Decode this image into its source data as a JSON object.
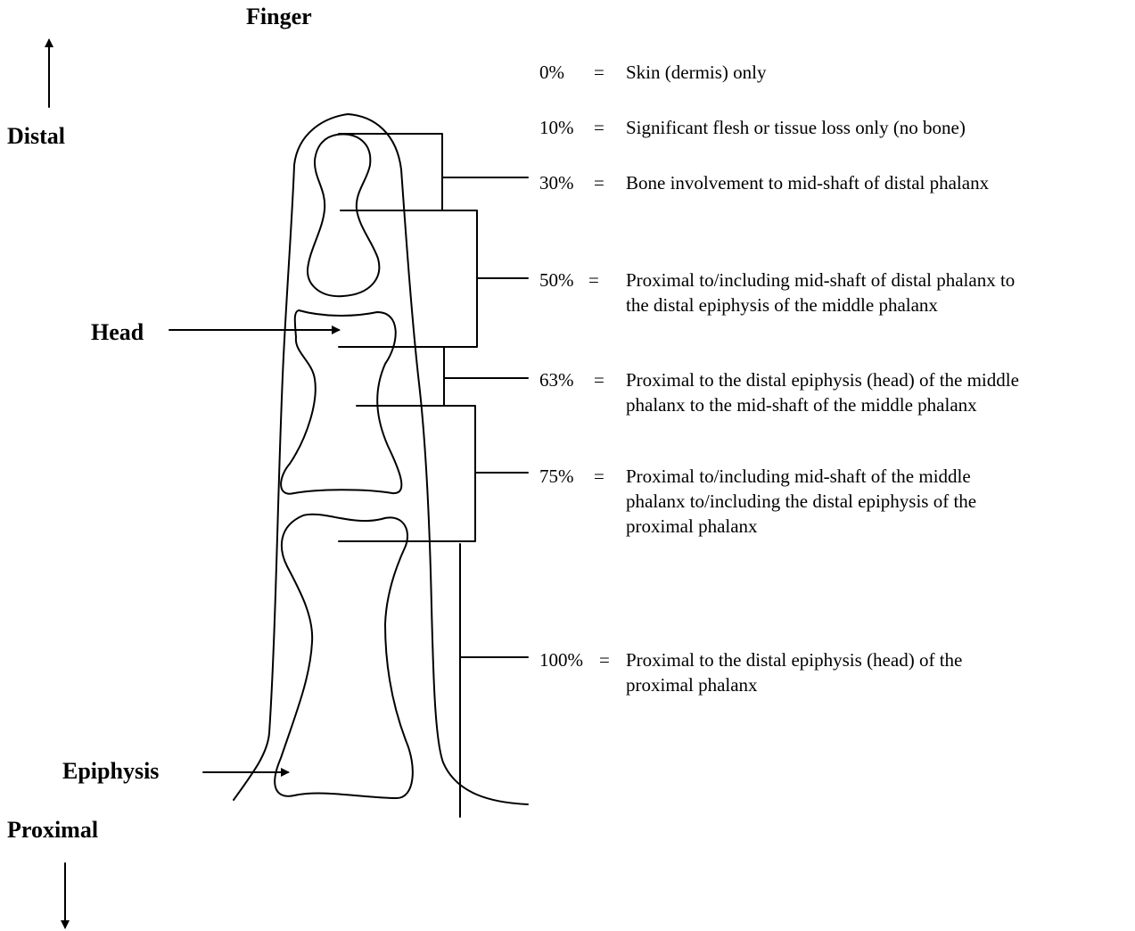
{
  "title": "Finger",
  "labels": {
    "distal": "Distal",
    "proximal": "Proximal",
    "head": "Head",
    "epiphysis": "Epiphysis"
  },
  "legend": [
    {
      "pct": "0%",
      "eq": "=",
      "lines": [
        "Skin (dermis) only"
      ]
    },
    {
      "pct": "10%",
      "eq": "=",
      "lines": [
        "Significant flesh or tissue loss only (no bone)"
      ]
    },
    {
      "pct": "30%",
      "eq": "=",
      "lines": [
        "Bone involvement to mid-shaft of distal phalanx"
      ]
    },
    {
      "pct": "50%",
      "eq": "=",
      "lines": [
        "Proximal to/including mid-shaft of distal phalanx to",
        "the distal epiphysis of the middle phalanx"
      ]
    },
    {
      "pct": "63%",
      "eq": "=",
      "lines": [
        "Proximal to the distal epiphysis (head) of the middle",
        "phalanx to the mid-shaft of the middle phalanx"
      ]
    },
    {
      "pct": "75%",
      "eq": "=",
      "lines": [
        "Proximal to/including mid-shaft of the middle",
        "phalanx to/including the distal epiphysis of the",
        "proximal phalanx"
      ]
    },
    {
      "pct": "100%",
      "eq": "=",
      "lines": [
        "Proximal to the distal epiphysis (head) of the",
        "proximal phalanx"
      ]
    }
  ]
}
